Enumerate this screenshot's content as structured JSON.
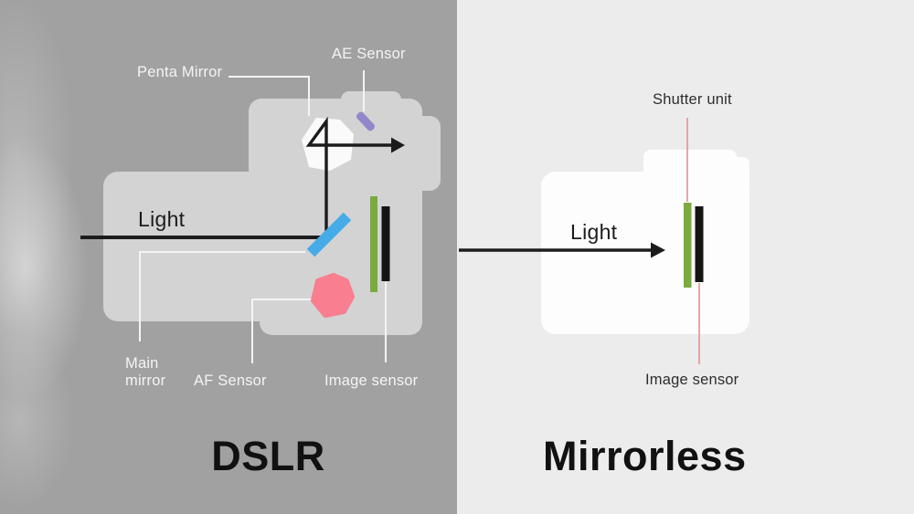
{
  "colors": {
    "left_bg": "#a1a1a1",
    "right_bg": "#ececec",
    "dslr_body": "#d3d3d3",
    "mirrorless_body": "#fdfdfd",
    "diagram_white": "#fafafa",
    "ink": "#1c1c1c",
    "label_light": "#f4f4f4",
    "label_dark": "#2d2d2d",
    "title_dark": "#111111",
    "green": "#7baa3f",
    "bar_black": "#141414",
    "blue": "#45ace8",
    "pink": "#f87e90",
    "purple": "#9188cb",
    "leader_red": "#e59c9c"
  },
  "left_panel": {
    "title": "DSLR",
    "light_label": "Light",
    "labels": {
      "penta_mirror": "Penta Mirror",
      "ae_sensor": "AE Sensor",
      "main_mirror_line1": "Main",
      "main_mirror_line2": "mirror",
      "af_sensor": "AF Sensor",
      "image_sensor": "Image sensor"
    }
  },
  "right_panel": {
    "title": "Mirrorless",
    "light_label": "Light",
    "labels": {
      "shutter_unit": "Shutter unit",
      "image_sensor": "Image sensor"
    }
  }
}
